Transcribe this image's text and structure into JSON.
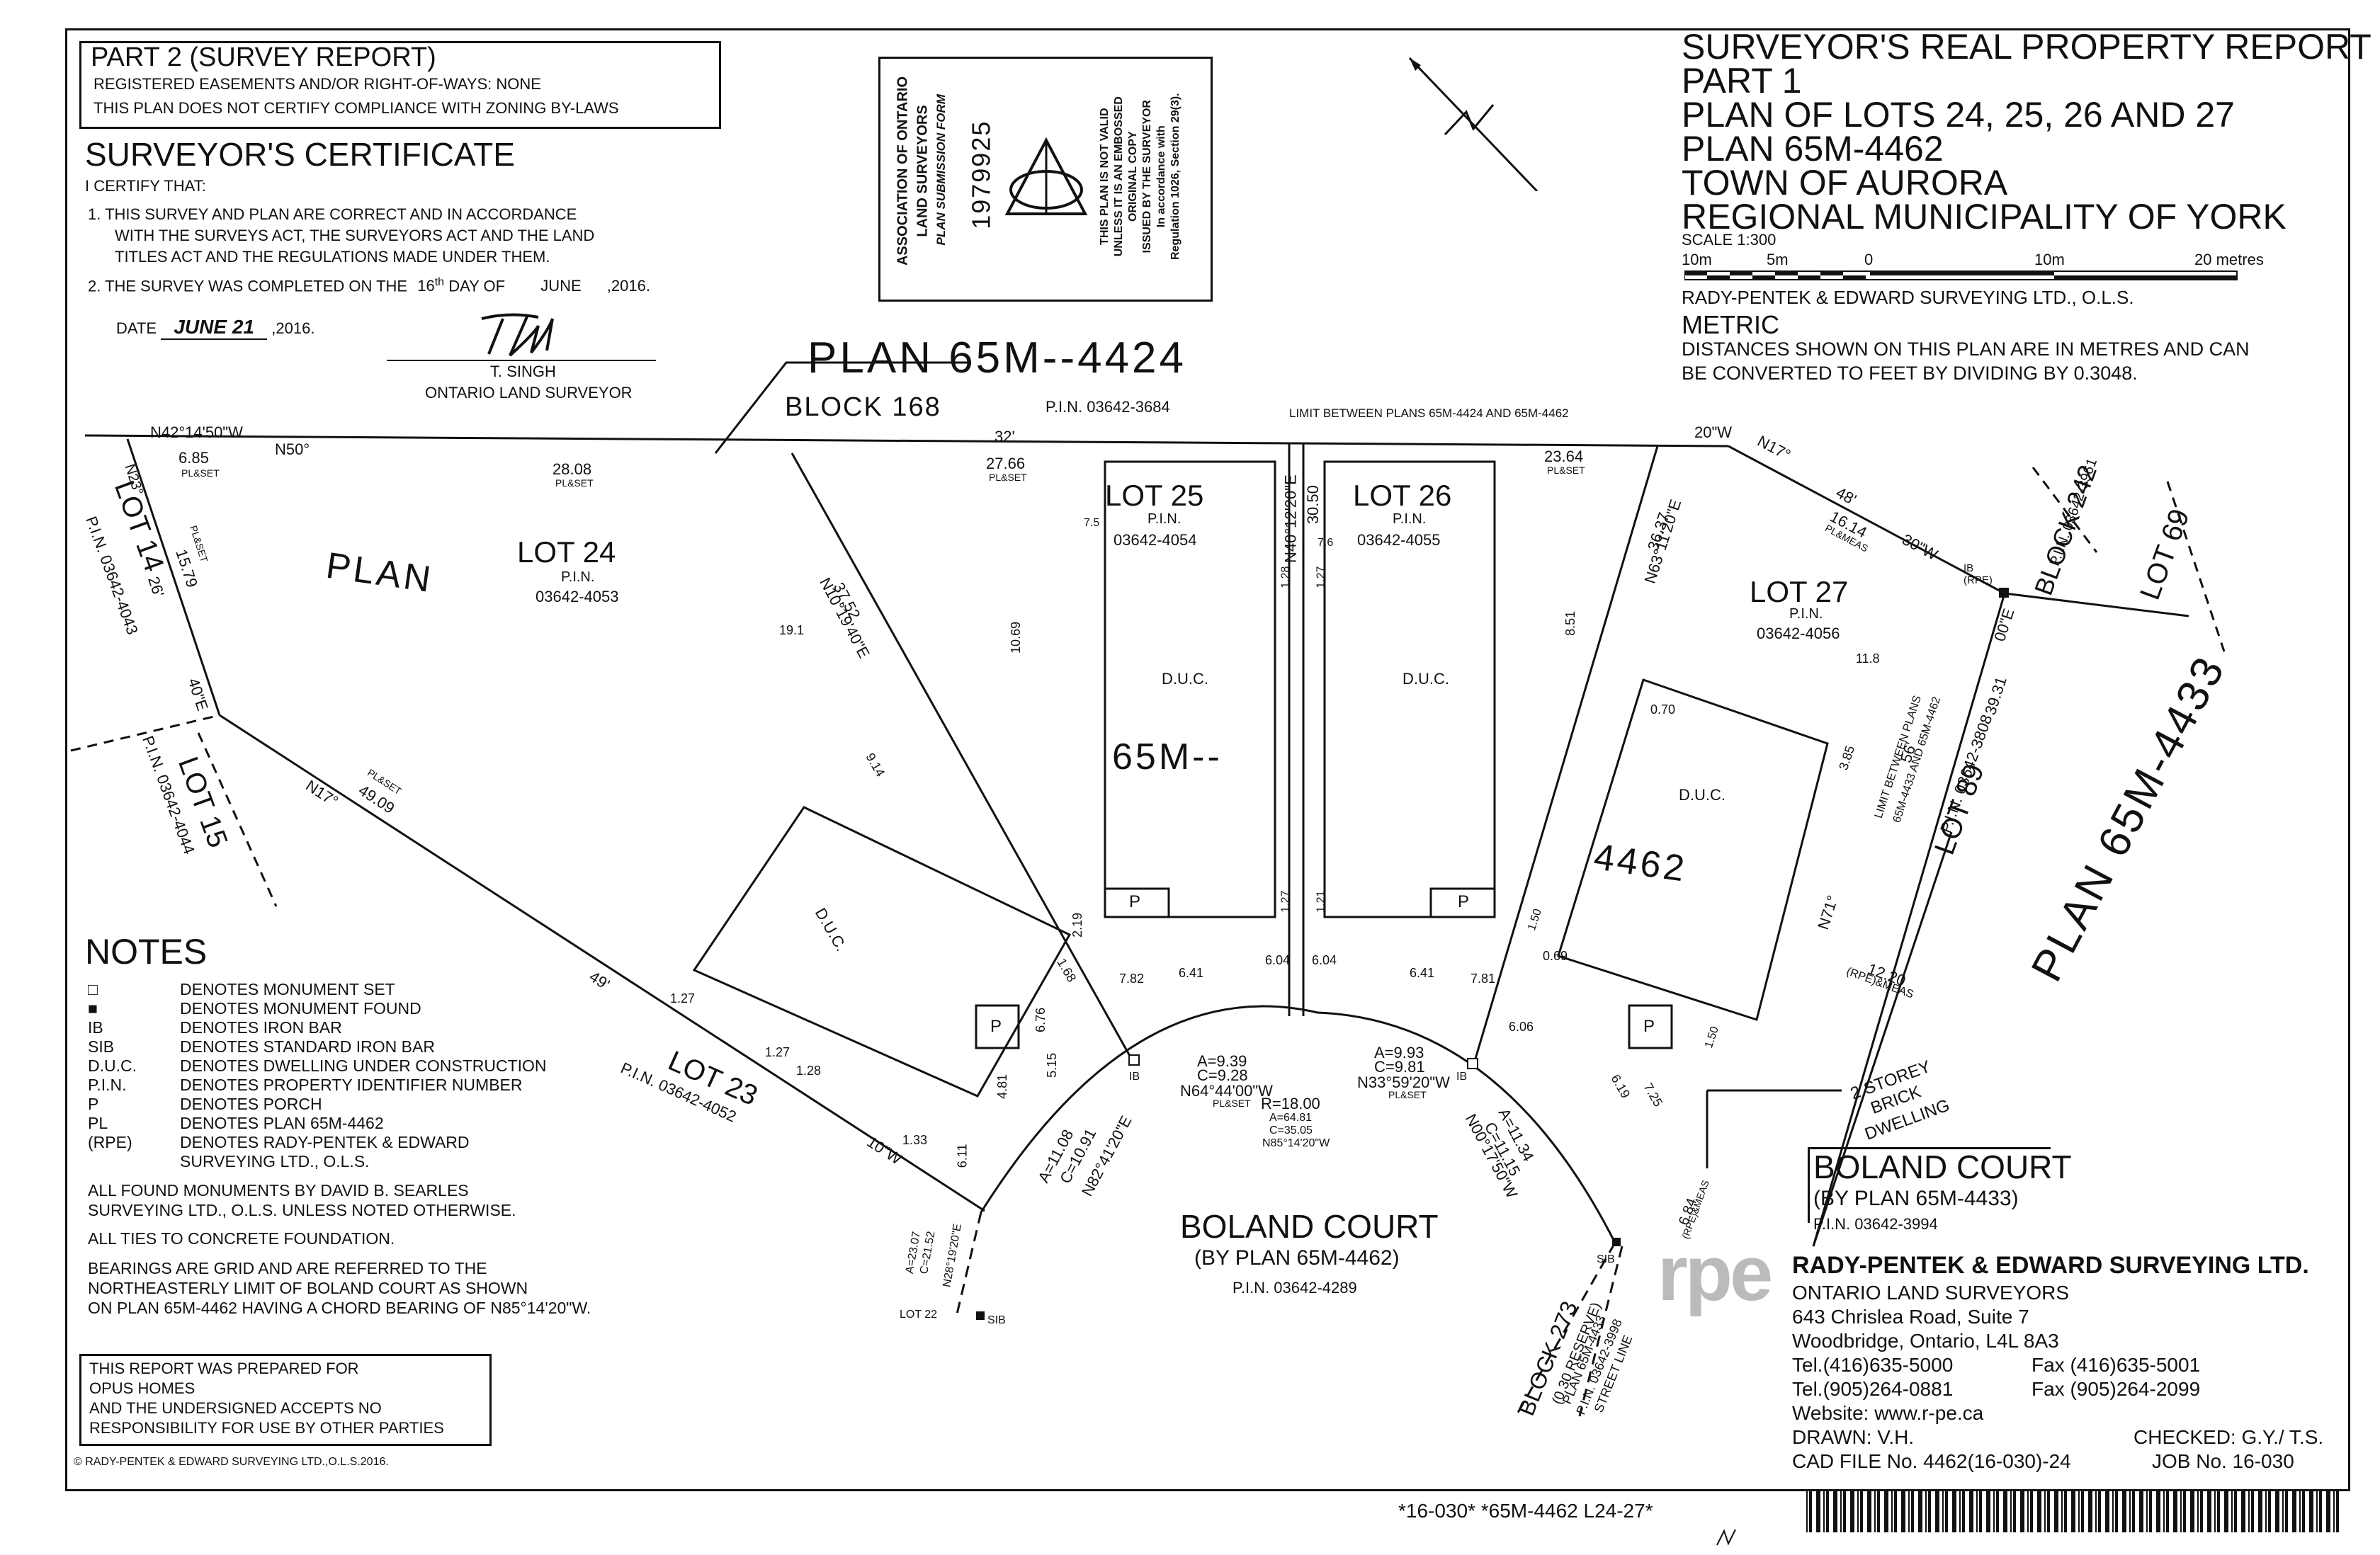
{
  "part2": {
    "title": "PART 2 (SURVEY REPORT)",
    "line1": "REGISTERED EASEMENTS AND/OR RIGHT-OF-WAYS: NONE",
    "line2": "THIS PLAN DOES NOT CERTIFY COMPLIANCE WITH ZONING BY-LAWS"
  },
  "certificate": {
    "heading": "SURVEYOR'S CERTIFICATE",
    "certify": "I CERTIFY THAT:",
    "item1_l1": "1. THIS SURVEY AND PLAN ARE CORRECT AND IN ACCORDANCE",
    "item1_l2": "WITH THE SURVEYS ACT, THE SURVEYORS ACT AND THE LAND",
    "item1_l3": "TITLES ACT AND THE REGULATIONS MADE UNDER THEM.",
    "item2_pre": "2. THE SURVEY WAS COMPLETED ON THE",
    "item2_day": "16",
    "item2_sup": "th",
    "item2_mid": "DAY OF",
    "item2_month": "JUNE",
    "item2_year": ",2016.",
    "date_label": "DATE",
    "date_value": "JUNE 21",
    "date_year": ",2016.",
    "surveyor_name": "T. SINGH",
    "surveyor_title": "ONTARIO LAND SURVEYOR"
  },
  "stamp": {
    "assoc_l1": "ASSOCIATION OF ONTARIO",
    "assoc_l2": "LAND SURVEYORS",
    "assoc_l3": "PLAN SUBMISSION FORM",
    "number": "1979925",
    "valid_l1": "THIS PLAN IS NOT VALID",
    "valid_l2": "UNLESS IT IS AN EMBOSSED",
    "valid_l3": "ORIGINAL COPY",
    "valid_l4": "ISSUED BY THE SURVEYOR",
    "valid_l5": "In accordance with",
    "valid_l6": "Regulation 1026, Section 29(3)."
  },
  "title_block": {
    "l1": "SURVEYOR'S REAL PROPERTY REPORT",
    "l2": "PART 1",
    "l3": "PLAN OF LOTS 24, 25, 26 AND 27",
    "l4": "PLAN 65M-4462",
    "l5": "TOWN OF AURORA",
    "l6": "REGIONAL MUNICIPALITY OF YORK",
    "scale": "SCALE  1:300",
    "scale_ticks": [
      "10m",
      "5m",
      "0",
      "10m",
      "20 metres"
    ],
    "firm": "RADY-PENTEK & EDWARD SURVEYING LTD., O.L.S.",
    "metric": "METRIC",
    "metric_l1": "DISTANCES SHOWN ON THIS PLAN ARE IN METRES AND CAN",
    "metric_l2": "BE CONVERTED TO FEET BY DIVIDING BY 0.3048."
  },
  "plan_labels": {
    "plan_4424": "PLAN  65M--4424",
    "block168": "BLOCK 168",
    "pin_3684": "P.I.N. 03642-3684",
    "limit_top": "LIMIT BETWEEN PLANS 65M-4424 AND 65M-4462",
    "lot24": "LOT 24",
    "lot24_pin_l": "P.I.N.",
    "lot24_pin": "03642-4053",
    "lot25": "LOT 25",
    "lot25_pin_l": "P.I.N.",
    "lot25_pin": "03642-4054",
    "lot26": "LOT 26",
    "lot26_pin_l": "P.I.N.",
    "lot26_pin": "03642-4055",
    "lot27": "LOT 27",
    "lot27_pin_l": "P.I.N.",
    "lot27_pin": "03642-4056",
    "plan_word": "PLAN",
    "plan_65m": "65M--",
    "plan_4462": "4462",
    "duc": "D.U.C.",
    "porch": "P",
    "lot14": "LOT 14",
    "lot14_pin": "P.I.N. 03642-4043",
    "lot15": "LOT 15",
    "lot15_pin": "P.I.N. 03642-4044",
    "lot23": "LOT 23",
    "lot23_pin": "P.I.N. 03642-4052",
    "lot22": "LOT 22",
    "lot69": "LOT 69",
    "block242": "BLOCK 242",
    "block242_pin": "P.I.N. 03642-3961",
    "lot89": "LOT 89",
    "lot89_pin": "P.I.N. 03642-3808",
    "plan_4433": "PLAN 65M-4433",
    "limit_right_l1": "LIMIT BETWEEN PLANS",
    "limit_right_l2": "65M-4433 AND 65M-4462",
    "boland": "BOLAND COURT",
    "boland_sub": "(BY PLAN 65M-4462)",
    "boland_pin": "P.I.N. 03642-4289",
    "boland2": "BOLAND COURT",
    "boland2_sub": "(BY PLAN 65M-4433)",
    "boland2_pin": "P.I.N. 03642-3994",
    "two_storey_l1": "2 STOREY",
    "two_storey_l2": "BRICK",
    "two_storey_l3": "DWELLING",
    "block273": "BLOCK 273",
    "block273_sub": "(0.30 RESERVE)",
    "block273_plan": "PLAN 65M-4433",
    "block273_pin": "P.I.N. 03642-3998",
    "street_line": "STREET LINE",
    "sib": "SIB",
    "ib": "IB",
    "ib_rpe": "IB (RPE)"
  },
  "measures": {
    "n42": "N42°14'50\"W",
    "n50": "N50°",
    "d685": "6.85",
    "plset": "PL&SET",
    "d2808": "28.08",
    "d32": "32'",
    "d2766": "27.66",
    "d2364": "23.64",
    "d20w": "20\"W",
    "n17": "N17°",
    "d48": "48'",
    "d1614": "16.14",
    "plmeas": "PL&MEAS",
    "d30w": "30\"W",
    "d00e": "00\"E",
    "n23": "N23°",
    "d1579": "15.79",
    "d26": "26'",
    "d40e": "40\"E",
    "n10": "N10°19'40\"E",
    "d3752": "37.52",
    "n40": "N40°12'20\"E",
    "d3050": "30.50",
    "n63": "N63°11'20\"E",
    "d3637": "36.37",
    "d3931": "39.31",
    "d56": "56'",
    "n71": "N71°",
    "d1220": "12.20",
    "rpemeas": "(RPE)&MEAS",
    "n17l": "N17°",
    "d4909": "49.09",
    "d49": "49'",
    "d10w": "10\"W",
    "a939": "A=9.39",
    "c928": "C=9.28",
    "n64": "N64°44'00\"W",
    "a993": "A=9.93",
    "c981": "C=9.81",
    "n33": "N33°59'20\"W",
    "r18": "R=18.00",
    "a6481": "A=64.81",
    "c3505": "C=35.05",
    "n85": "N85°14'20\"W",
    "a1108": "A=11.08",
    "c1091": "C=10.91",
    "n82": "N82°41'20\"E",
    "a1134": "A=11.34",
    "c1115": "C=11.15",
    "n00": "N00°17'50\"W",
    "a2307": "A=23.07",
    "c2152": "C=21.52",
    "n28": "N28°19'20\"E",
    "d684": "6.84",
    "d191": "19.1",
    "d1069": "10.69",
    "d914": "9.14",
    "d851": "8.51",
    "d118": "11.8",
    "d385": "3.85",
    "d070": "0.70",
    "d069": "0.69",
    "d219": "2.19",
    "d168": "1.68",
    "d782": "7.82",
    "d641": "6.41",
    "d604": "6.04",
    "d781": "7.81",
    "d606": "6.06",
    "d676": "6.76",
    "d515": "5.15",
    "d481": "4.81",
    "d611": "6.11",
    "d619": "6.19",
    "d725": "7.25",
    "d127": "1.27",
    "d128": "1.28",
    "d133": "1.33",
    "d121": "1.21",
    "d150": "1.50",
    "d75": "7.5",
    "d76": "7.6"
  },
  "notes": {
    "heading": "NOTES",
    "rows": [
      {
        "k": "□",
        "v": "DENOTES MONUMENT SET"
      },
      {
        "k": "■",
        "v": "DENOTES MONUMENT FOUND"
      },
      {
        "k": "IB",
        "v": "DENOTES IRON BAR"
      },
      {
        "k": "SIB",
        "v": "DENOTES STANDARD IRON BAR"
      },
      {
        "k": "D.U.C.",
        "v": "DENOTES DWELLING UNDER CONSTRUCTION"
      },
      {
        "k": "P.I.N.",
        "v": "DENOTES PROPERTY IDENTIFIER NUMBER"
      },
      {
        "k": "P",
        "v": "DENOTES PORCH"
      },
      {
        "k": "PL",
        "v": "DENOTES PLAN 65M-4462"
      },
      {
        "k": "(RPE)",
        "v": "DENOTES RADY-PENTEK & EDWARD"
      },
      {
        "k": "",
        "v": "SURVEYING LTD., O.L.S."
      }
    ],
    "found_l1": "ALL FOUND MONUMENTS BY DAVID B. SEARLES",
    "found_l2": "SURVEYING LTD., O.L.S. UNLESS NOTED OTHERWISE.",
    "ties": "ALL TIES TO CONCRETE FOUNDATION.",
    "bear_l1": "BEARINGS ARE GRID AND ARE REFERRED TO THE",
    "bear_l2": "NORTHEASTERLY LIMIT OF BOLAND COURT AS SHOWN",
    "bear_l3": "ON PLAN 65M-4462 HAVING A CHORD BEARING OF N85°14'20\"W."
  },
  "prepared": {
    "l1": "THIS REPORT WAS PREPARED FOR",
    "l2": "OPUS HOMES",
    "l3": "AND THE UNDERSIGNED ACCEPTS NO",
    "l4": "RESPONSIBILITY FOR USE BY OTHER PARTIES"
  },
  "copyright": "© RADY-PENTEK & EDWARD SURVEYING LTD.,O.L.S.2016.",
  "firm_block": {
    "logo": "rpe",
    "name": "RADY-PENTEK & EDWARD SURVEYING LTD.",
    "l1": "ONTARIO LAND SURVEYORS",
    "l2": "643 Chrislea Road, Suite 7",
    "l3": "Woodbridge, Ontario, L4L 8A3",
    "tel1": "Tel.(416)635-5000",
    "fax1": "Fax (416)635-5001",
    "tel2": "Tel.(905)264-0881",
    "fax2": "Fax (905)264-2099",
    "web": "Website: www.r-pe.ca",
    "drawn": "DRAWN:  V.H.",
    "checked": "CHECKED: G.Y./ T.S.",
    "cad": "CAD FILE No. 4462(16-030)-24",
    "job": "JOB No. 16-030"
  },
  "footer": {
    "code": "*16-030*  *65M-4462 L24-27*"
  }
}
